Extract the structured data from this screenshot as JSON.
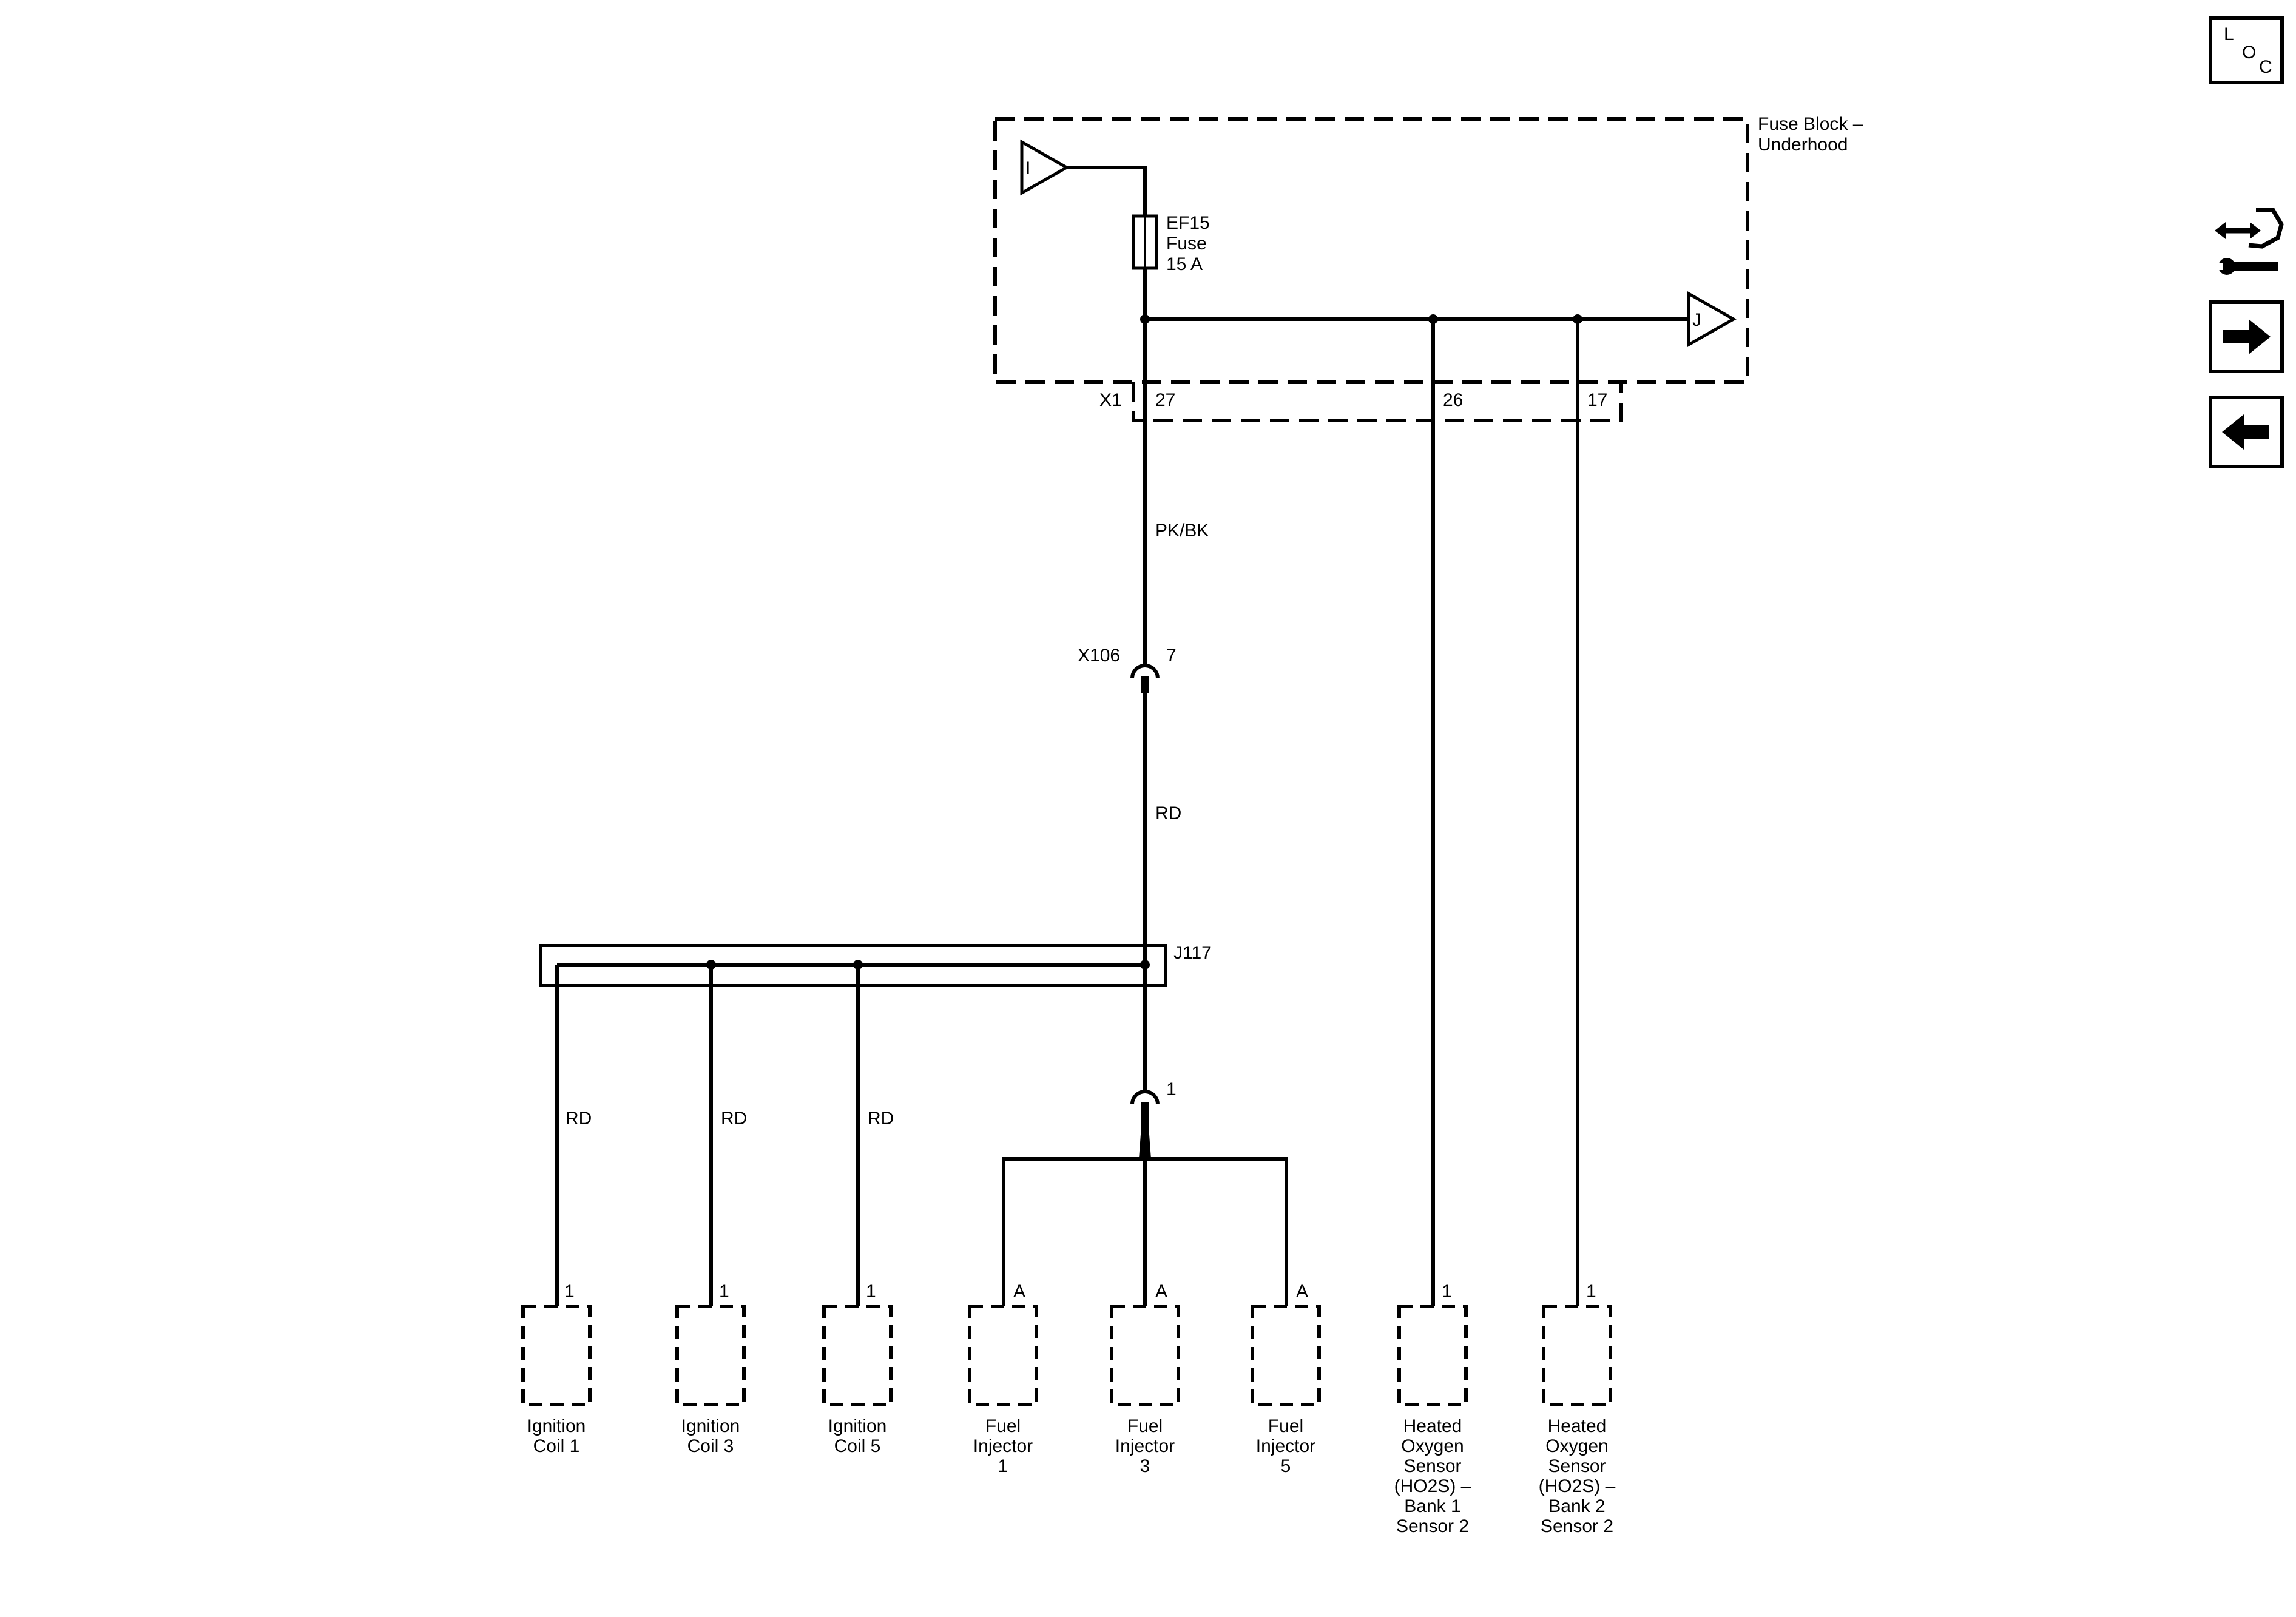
{
  "fuse_block": {
    "title_line1": "Fuse Block –",
    "title_line2": "Underhood"
  },
  "fuse": {
    "name": "EF15",
    "type": "Fuse",
    "rating": "15 A"
  },
  "sources": {
    "in": "I",
    "out": "J"
  },
  "connectors": {
    "x1": {
      "name": "X1",
      "pins": [
        "27",
        "26",
        "17"
      ]
    },
    "x106": {
      "name": "X106",
      "pin": "7"
    },
    "inline_pin": "1"
  },
  "splice": {
    "name": "J117"
  },
  "wires": {
    "fuse_out": "PK/BK",
    "x106_out": "RD",
    "coil_feed": "RD"
  },
  "loads": [
    {
      "pin": "1",
      "lines": [
        "Ignition",
        "Coil 1"
      ]
    },
    {
      "pin": "1",
      "lines": [
        "Ignition",
        "Coil 3"
      ]
    },
    {
      "pin": "1",
      "lines": [
        "Ignition",
        "Coil 5"
      ]
    },
    {
      "pin": "A",
      "lines": [
        "Fuel",
        "Injector",
        "1"
      ]
    },
    {
      "pin": "A",
      "lines": [
        "Fuel",
        "Injector",
        "3"
      ]
    },
    {
      "pin": "A",
      "lines": [
        "Fuel",
        "Injector",
        "5"
      ]
    },
    {
      "pin": "1",
      "lines": [
        "Heated",
        "Oxygen",
        "Sensor",
        "(HO2S) –",
        "Bank 1",
        "Sensor 2"
      ]
    },
    {
      "pin": "1",
      "lines": [
        "Heated",
        "Oxygen",
        "Sensor",
        "(HO2S) –",
        "Bank 2",
        "Sensor 2"
      ]
    }
  ],
  "nav": {
    "loc_letters": [
      "L",
      "O",
      "C"
    ],
    "connector_icon": "connector-wrench-icon",
    "next_icon": "arrow-right-icon",
    "prev_icon": "arrow-left-icon"
  }
}
